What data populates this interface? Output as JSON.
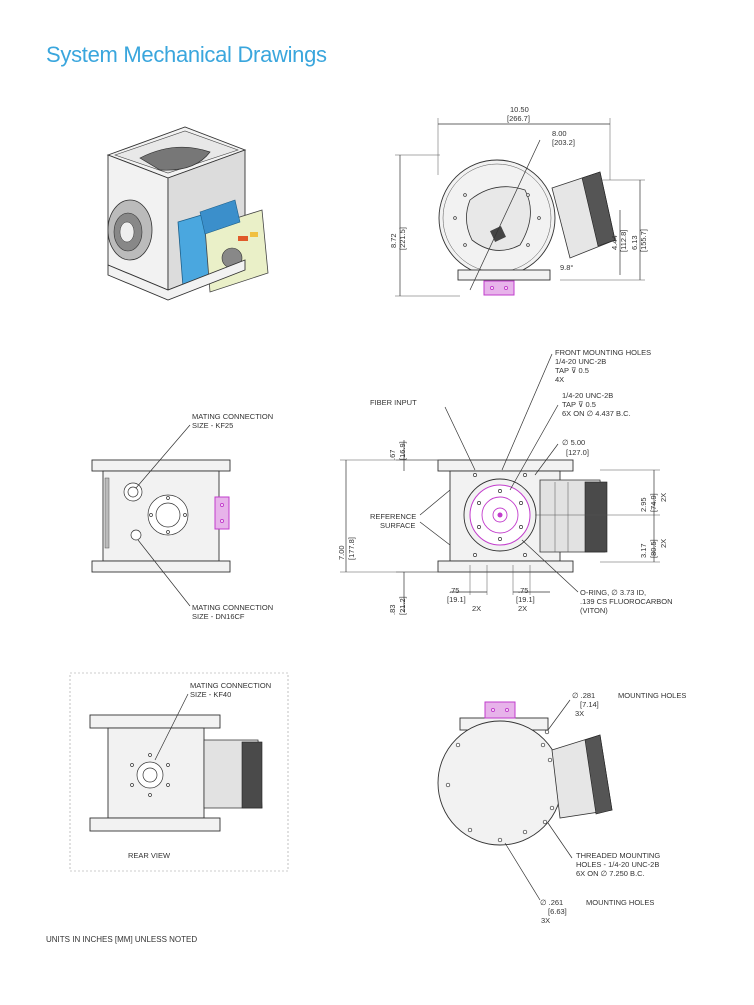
{
  "header": {
    "title": "System Mechanical Drawings"
  },
  "top_view": {
    "width_in": "10.50",
    "width_mm": "[266.7]",
    "dia_in": "8.00",
    "dia_mm": "[203.2]",
    "height_in": "8.72",
    "height_mm": "[221.5]",
    "side1_in": "4.44",
    "side1_mm": "[112.8]",
    "side2_in": "6.13",
    "side2_mm": "[155.7]",
    "angle": "9.8°"
  },
  "side_view": {
    "kf25_line1": "MATING CONNECTION",
    "kf25_line2": "SIZE - KF25",
    "dn16_line1": "MATING CONNECTION",
    "dn16_line2": "SIZE - DN16CF"
  },
  "front_view": {
    "front_mount_line1": "FRONT MOUNTING HOLES",
    "front_mount_line2": "1/4-20 UNC-2B",
    "front_mount_line3": "TAP ⊽ 0.5",
    "front_mount_line4": "4X",
    "unc_line1": "1/4-20 UNC-2B",
    "unc_line2": "TAP ⊽ 0.5",
    "unc_line3": "6X ON ∅ 4.437 B.C.",
    "fiber_input": "FIBER INPUT",
    "dia5_in": "∅ 5.00",
    "dia5_mm": "[127.0]",
    "top_in": ".67",
    "top_mm": "[16.9]",
    "ref_line1": "REFERENCE",
    "ref_line2": "SURFACE",
    "h7_in": "7.00",
    "h7_mm": "[177.8]",
    "r295_in": "2.95",
    "r295_mm": "[74.9]",
    "r295_x": "2X",
    "r317_in": "3.17",
    "r317_mm": "[80.5]",
    "r317_x": "2X",
    "b83_in": ".83",
    "b83_mm": "[21.2]",
    "b75a_in": ".75",
    "b75a_mm": "[19.1]",
    "b75a_x": "2X",
    "b75b_in": ".75",
    "b75b_mm": "[19.1]",
    "b75b_x": "2X",
    "oring_line1": "O-RING, ∅ 3.73 ID,",
    "oring_line2": ".139 CS FLUOROCARBON",
    "oring_line3": "(VITON)"
  },
  "rear_view": {
    "kf40_line1": "MATING CONNECTION",
    "kf40_line2": "SIZE - KF40",
    "caption": "REAR VIEW"
  },
  "bottom_view": {
    "mh_dia": "∅ .281",
    "mh_mm": "[7.14]",
    "mh_x": "3X",
    "mh_label": "MOUNTING HOLES",
    "thr_line1": "THREADED MOUNTING",
    "thr_line2": "HOLES - 1/4-20 UNC-2B",
    "thr_line3": "6X ON ∅ 7.250 B.C.",
    "mh2_dia": "∅ .261",
    "mh2_mm": "[6.63]",
    "mh2_x": "3X",
    "mh2_label": "MOUNTING HOLES"
  },
  "footer": {
    "note": "UNITS IN INCHES [MM] UNLESS NOTED"
  }
}
